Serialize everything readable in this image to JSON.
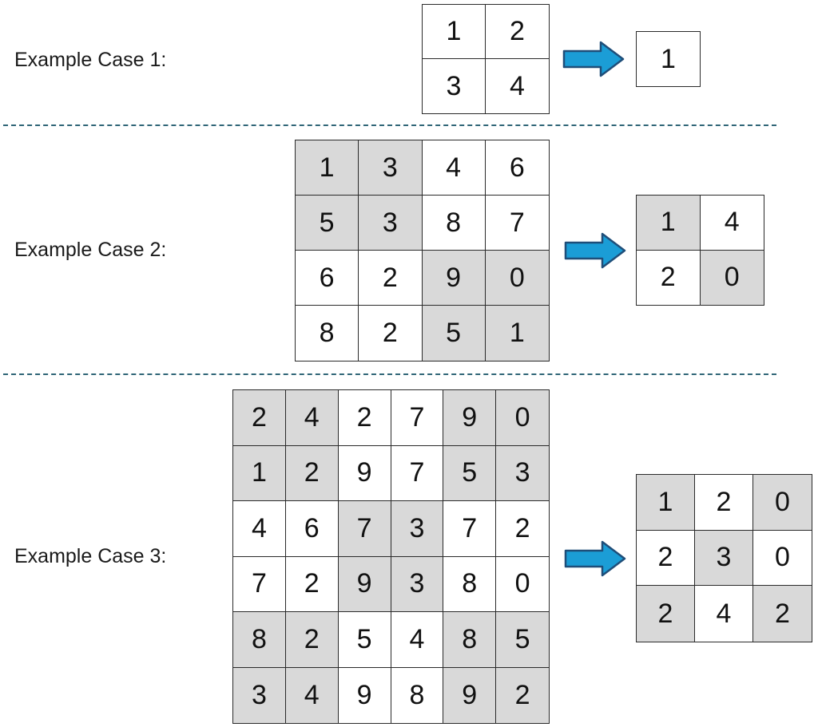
{
  "colors": {
    "shade": "#d9d9d9",
    "grid_line": "#2a2a2a",
    "separator": "#2f6577",
    "arrow_fill": "#1b9dd6",
    "arrow_stroke": "#1f4e79"
  },
  "icons": {
    "arrow": "right-arrow-icon"
  },
  "cases": [
    {
      "label": "Example Case 1:",
      "input": {
        "rows": [
          [
            1,
            2
          ],
          [
            3,
            4
          ]
        ],
        "shaded": [
          [
            0,
            0
          ],
          [
            0,
            0
          ]
        ]
      },
      "output": {
        "rows": [
          [
            1
          ]
        ],
        "shaded": [
          [
            0
          ]
        ]
      }
    },
    {
      "label": "Example Case 2:",
      "input": {
        "rows": [
          [
            1,
            3,
            4,
            6
          ],
          [
            5,
            3,
            8,
            7
          ],
          [
            6,
            2,
            9,
            0
          ],
          [
            8,
            2,
            5,
            1
          ]
        ],
        "shaded": [
          [
            1,
            1,
            0,
            0
          ],
          [
            1,
            1,
            0,
            0
          ],
          [
            0,
            0,
            1,
            1
          ],
          [
            0,
            0,
            1,
            1
          ]
        ]
      },
      "output": {
        "rows": [
          [
            1,
            4
          ],
          [
            2,
            0
          ]
        ],
        "shaded": [
          [
            1,
            0
          ],
          [
            0,
            1
          ]
        ]
      }
    },
    {
      "label": "Example Case 3:",
      "input": {
        "rows": [
          [
            2,
            4,
            2,
            7,
            9,
            0
          ],
          [
            1,
            2,
            9,
            7,
            5,
            3
          ],
          [
            4,
            6,
            7,
            3,
            7,
            2
          ],
          [
            7,
            2,
            9,
            3,
            8,
            0
          ],
          [
            8,
            2,
            5,
            4,
            8,
            5
          ],
          [
            3,
            4,
            9,
            8,
            9,
            2
          ]
        ],
        "shaded": [
          [
            1,
            1,
            0,
            0,
            1,
            1
          ],
          [
            1,
            1,
            0,
            0,
            1,
            1
          ],
          [
            0,
            0,
            1,
            1,
            0,
            0
          ],
          [
            0,
            0,
            1,
            1,
            0,
            0
          ],
          [
            1,
            1,
            0,
            0,
            1,
            1
          ],
          [
            1,
            1,
            0,
            0,
            1,
            1
          ]
        ]
      },
      "output": {
        "rows": [
          [
            1,
            2,
            0
          ],
          [
            2,
            3,
            0
          ],
          [
            2,
            4,
            2
          ]
        ],
        "shaded": [
          [
            1,
            0,
            1
          ],
          [
            0,
            1,
            0
          ],
          [
            1,
            0,
            1
          ]
        ]
      }
    }
  ]
}
